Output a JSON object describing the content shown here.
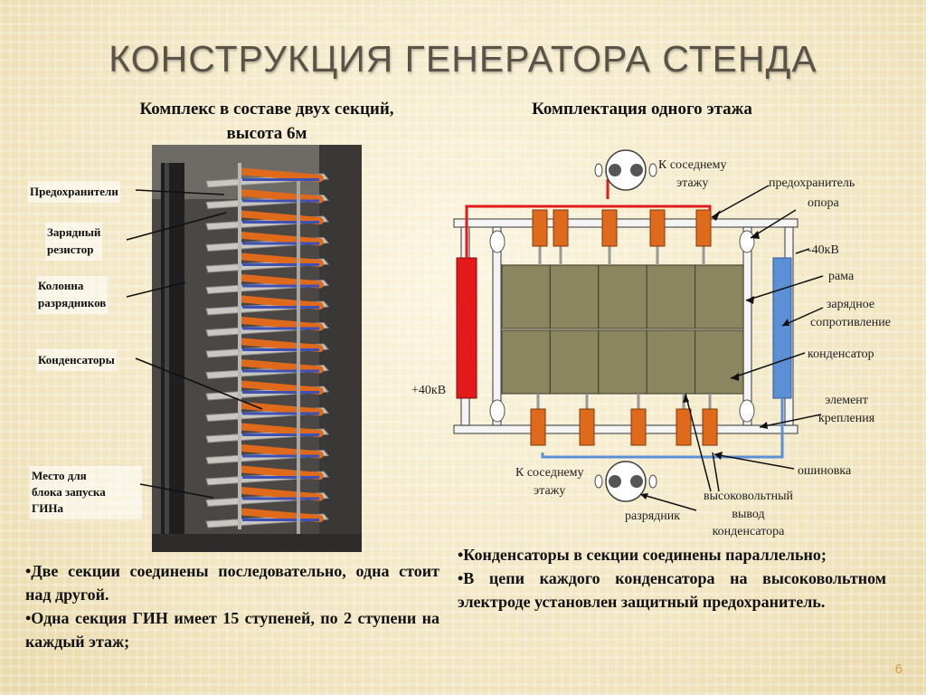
{
  "title": "КОНСТРУКЦИЯ ГЕНЕРАТОРА СТЕНДА",
  "left": {
    "heading_line1": "Комплекс в составе двух секций,",
    "heading_line2": "высота 6м",
    "labels": {
      "fuses": "Предохранители",
      "resistor_1": "Зарядный",
      "resistor_2": "резистор",
      "column_1": "Колонна",
      "column_2": "разрядников",
      "capacitors": "Конденсаторы",
      "start_1": "Место для",
      "start_2": "блока запуска",
      "start_3": "ГИНа"
    },
    "bullets": [
      "•Две секции соединены последовательно, одна стоит над другой.",
      "•Одна секция ГИН имеет 15 ступеней, по 2 ступени на каждый этаж;"
    ]
  },
  "right": {
    "heading": "Комплектация одного этажа",
    "labels": {
      "to_next_top_1": "К соседнему",
      "to_next_top_2": "этажу",
      "fuse": "предохранитель",
      "support": "опора",
      "minus": "-40кВ",
      "frame": "рама",
      "charge_res_1": "зарядное",
      "charge_res_2": "сопротивление",
      "capacitor": "конденсатор",
      "plus": "+40кВ",
      "element_1": "элемент",
      "element_2": "крепления",
      "busbar": "ошиновка",
      "to_next_bottom_1": "К соседнему",
      "to_next_bottom_2": "этажу",
      "hv_1": "высоковольтный",
      "hv_2": "вывод",
      "hv_3": "конденсатора",
      "spark_gap": "разрядник"
    },
    "bullets": [
      "•Конденсаторы в секции соединены параллельно;",
      "•В цепи каждого конденсатора на высоковольтном электроде установлен защитный предохранитель."
    ]
  },
  "page_number": "6",
  "colors": {
    "fuse_orange": "#e06a1c",
    "capacitor_olive": "#8a8760",
    "plus_red": "#e41a1a",
    "minus_blue": "#4a80c8",
    "title_gray": "#5a5348"
  }
}
